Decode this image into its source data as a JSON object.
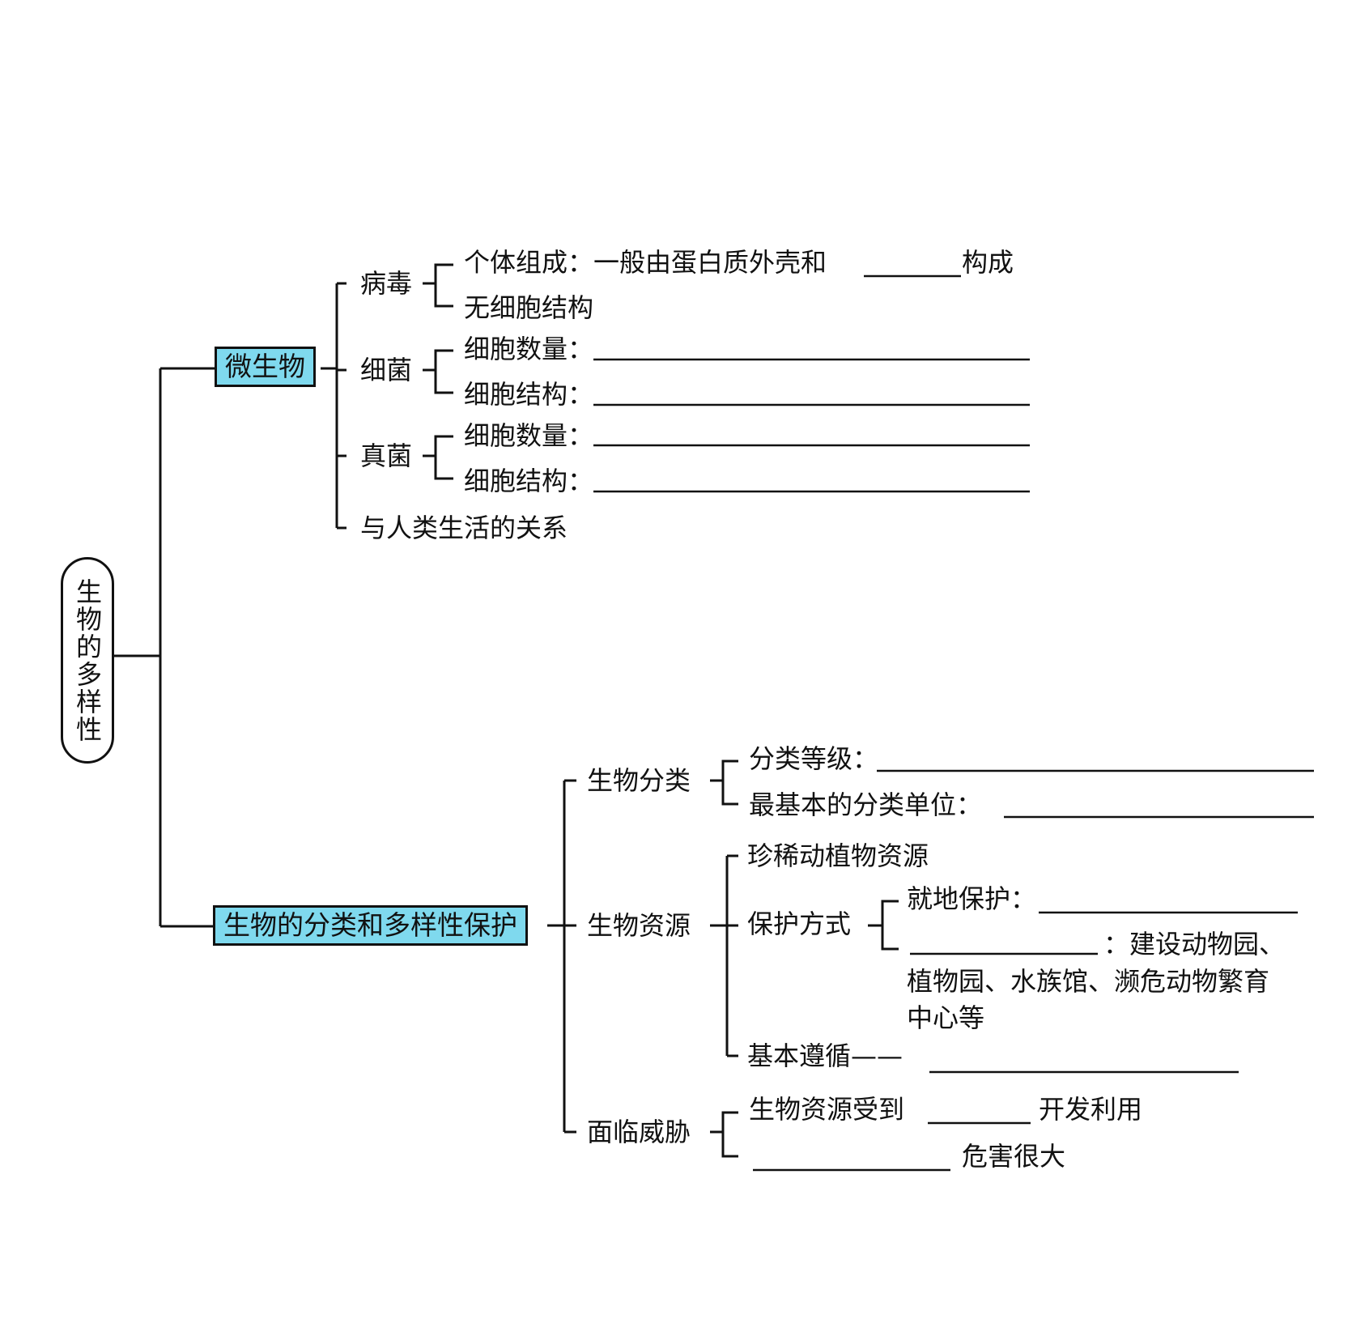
{
  "root": "生物的多样性",
  "microbes": {
    "title": "微生物",
    "virus": {
      "label": "病毒",
      "item1": "个体组成：一般由蛋白质外壳和",
      "item1_suffix": "构成",
      "item2": "无细胞结构"
    },
    "bacteria": {
      "label": "细菌",
      "item1": "细胞数量：",
      "item2": "细胞结构："
    },
    "fungi": {
      "label": "真菌",
      "item1": "细胞数量：",
      "item2": "细胞结构："
    },
    "relation": "与人类生活的关系"
  },
  "classification": {
    "title": "生物的分类和多样性保护",
    "bio_class": {
      "label": "生物分类",
      "item1": "分类等级：",
      "item2": "最基本的分类单位："
    },
    "resources": {
      "label": "生物资源",
      "rare": "珍稀动植物资源",
      "protect_label": "保护方式",
      "insitu": "就地保护：",
      "exsitu_line1": "：建设动物园、",
      "exsitu_line2": "植物园、水族馆、濒危动物繁育",
      "exsitu_line3": "中心等",
      "principle": "基本遵循——"
    },
    "threats": {
      "label": "面临威胁",
      "item1": "生物资源受到",
      "item1_suffix": "开发利用",
      "item2_suffix": "危害很大"
    }
  }
}
